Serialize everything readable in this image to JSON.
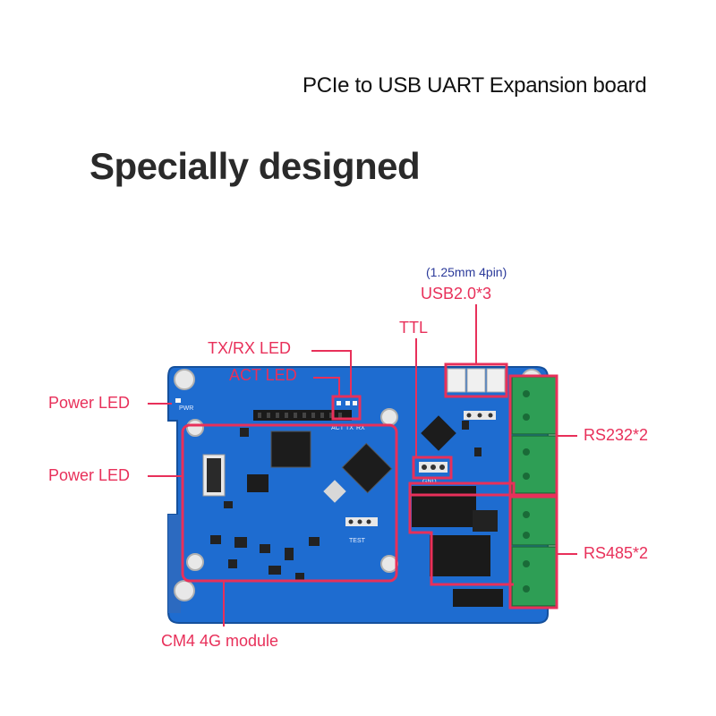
{
  "header": {
    "subtitle": "PCIe to USB UART Expansion board",
    "headline": "Specially designed"
  },
  "labels": {
    "usb_note": "(1.25mm 4pin)",
    "usb": "USB2.0*3",
    "ttl": "TTL",
    "txrx_led": "TX/RX LED",
    "act_led": "ACT LED",
    "power_led_1": "Power LED",
    "power_led_2": "Power LED",
    "rs232": "RS232*2",
    "rs485": "RS485*2",
    "cm4": "CM4 4G module"
  },
  "silkscreen": {
    "act": "ACT",
    "tx": "TX",
    "rx": "RX",
    "pwr": "PWR",
    "test": "TEST",
    "gnd": "GND"
  },
  "colors": {
    "accent": "#e8305a",
    "note": "#2b3a9a",
    "pcb": "#1f6fd0",
    "terminal": "#2e9e55"
  }
}
